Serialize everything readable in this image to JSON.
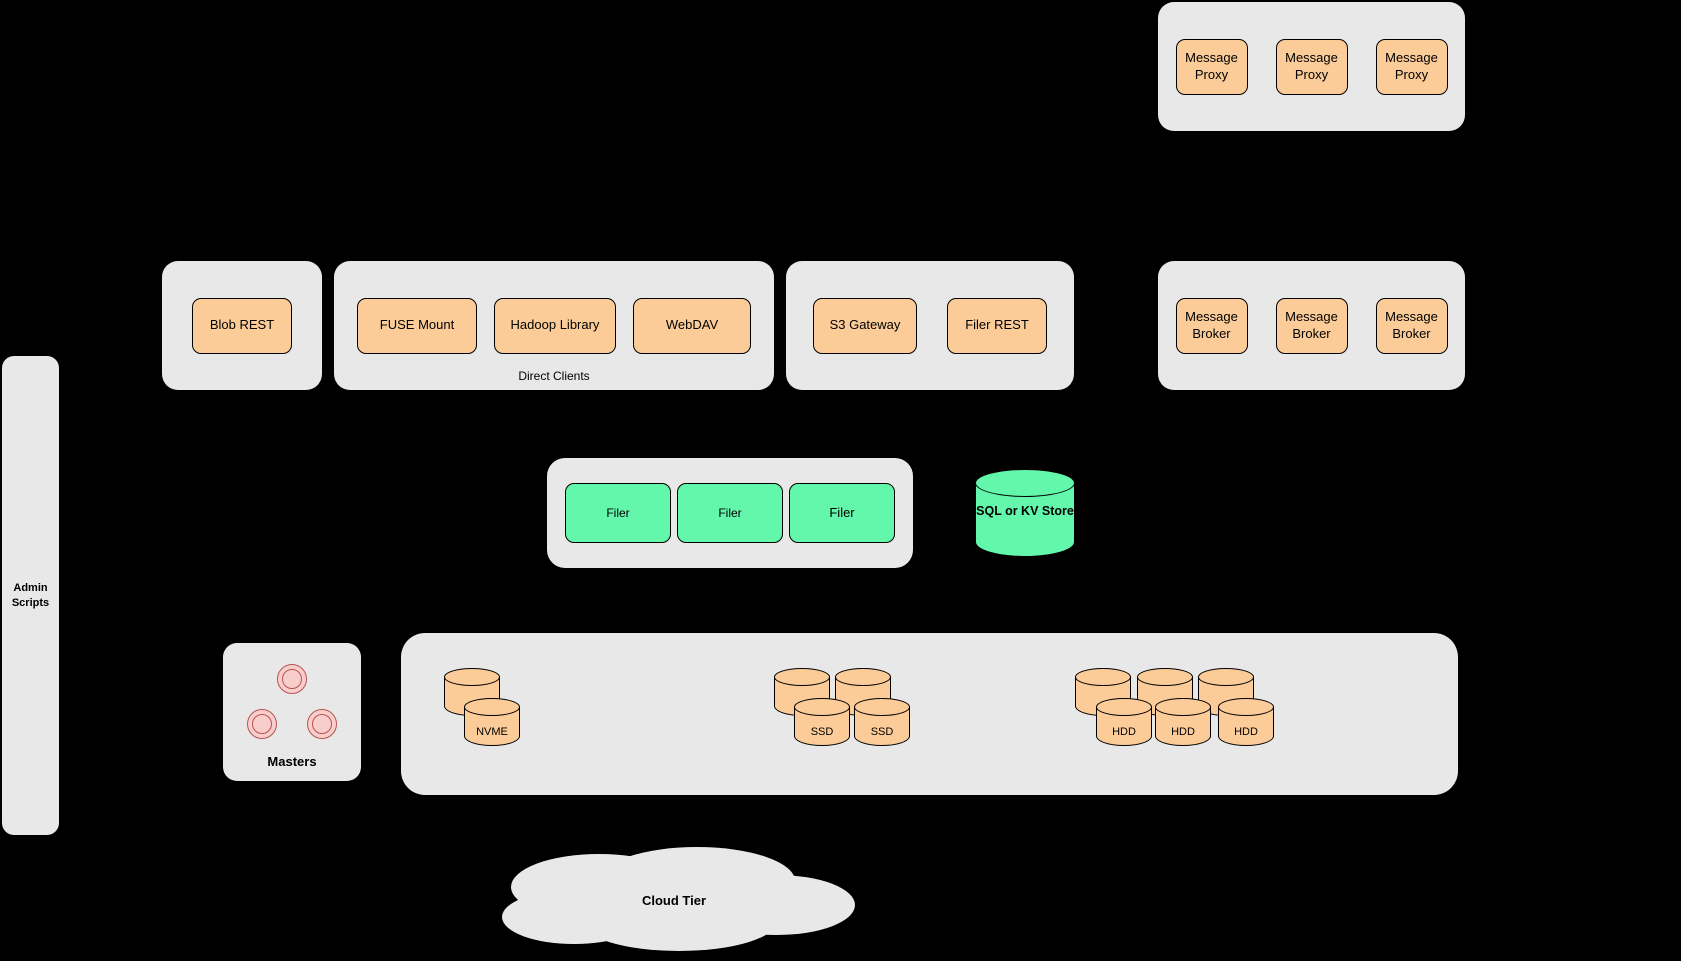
{
  "colors": {
    "background": "#000000",
    "panel": "#e8e8e8",
    "node_orange": "#fbcc98",
    "node_green": "#63f7ac",
    "master_pink": "#f8cecc",
    "master_border": "#b85450",
    "border": "#000000"
  },
  "proxies": {
    "items": [
      "Message Proxy",
      "Message Proxy",
      "Message Proxy"
    ]
  },
  "blob": {
    "items": [
      "Blob REST"
    ]
  },
  "direct_clients": {
    "label": "Direct Clients",
    "items": [
      "FUSE Mount",
      "Hadoop Library",
      "WebDAV"
    ]
  },
  "gateways": {
    "items": [
      "S3 Gateway",
      "Filer REST"
    ]
  },
  "brokers": {
    "items": [
      "Message Broker",
      "Message Broker",
      "Message Broker"
    ]
  },
  "filers": {
    "items": [
      "Filer",
      "Filer",
      "Filer"
    ]
  },
  "kv_store": {
    "label": "SQL or KV Store"
  },
  "admin": {
    "label": "Admin Scripts"
  },
  "masters": {
    "label": "Masters"
  },
  "volumes": {
    "nvme": {
      "label": "NVME"
    },
    "ssd": {
      "labels": [
        "SSD",
        "SSD"
      ]
    },
    "hdd": {
      "labels": [
        "HDD",
        "HDD",
        "HDD"
      ]
    }
  },
  "cloud": {
    "label": "Cloud Tier"
  }
}
